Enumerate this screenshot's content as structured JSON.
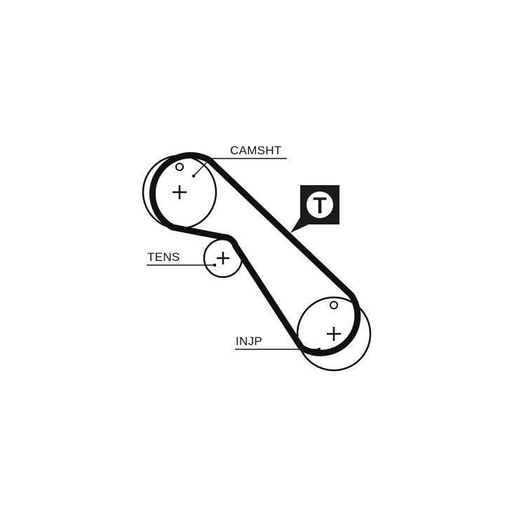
{
  "diagram": {
    "labels": {
      "camshaft": "CAMSHT",
      "tensioner": "TENS",
      "injection_pump": "INJP"
    },
    "badge": {
      "letter": "T"
    }
  },
  "colors": {
    "line": "#111111",
    "background": "#ffffff",
    "badge_fill": "#1a1a1a",
    "badge_circle": "#ffffff",
    "badge_letter": "#1a1a1a"
  }
}
